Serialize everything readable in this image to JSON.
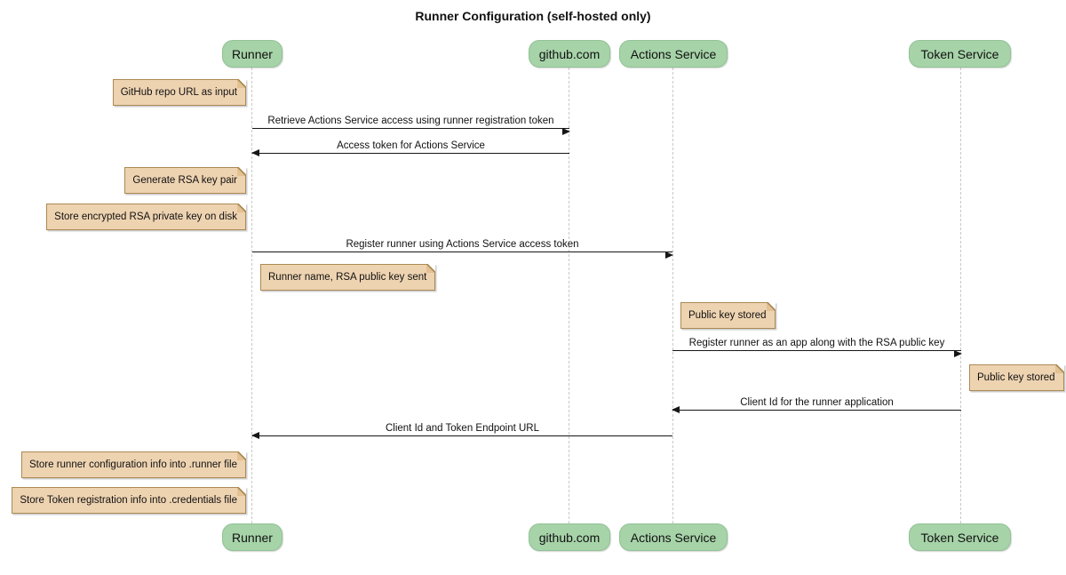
{
  "title": "Runner Configuration (self-hosted only)",
  "participants": [
    {
      "label": "Runner"
    },
    {
      "label": "github.com"
    },
    {
      "label": "Actions Service"
    },
    {
      "label": "Token Service"
    }
  ],
  "messages": [
    {
      "from": "Runner",
      "to": "github.com",
      "text": "Retrieve Actions Service access using runner registration token"
    },
    {
      "from": "github.com",
      "to": "Runner",
      "text": "Access token for Actions Service"
    },
    {
      "from": "Runner",
      "to": "Actions Service",
      "text": "Register runner using Actions Service access token"
    },
    {
      "from": "Actions Service",
      "to": "Token Service",
      "text": "Register runner as an app along with the RSA public key"
    },
    {
      "from": "Token Service",
      "to": "Actions Service",
      "text": "Client Id for the runner application"
    },
    {
      "from": "Actions Service",
      "to": "Runner",
      "text": "Client Id and Token Endpoint URL"
    }
  ],
  "notes": [
    {
      "text": "GitHub repo URL as input"
    },
    {
      "text": "Generate RSA key pair"
    },
    {
      "text": "Store encrypted RSA private key on disk"
    },
    {
      "text": "Runner name, RSA public key sent"
    },
    {
      "text": "Public key stored"
    },
    {
      "text": "Public key stored"
    },
    {
      "text": "Store runner configuration info into .runner file"
    },
    {
      "text": "Store Token registration info into .credentials file"
    }
  ],
  "colors": {
    "participant_fill": "#a6d3a8",
    "participant_border": "#92c295",
    "note_fill": "#eed3b1",
    "note_border": "#ab8a55",
    "note_fold": "#e2c193",
    "lifeline": "#c8c8c8",
    "arrow": "#161616",
    "text": "#111111",
    "background": "#ffffff"
  }
}
